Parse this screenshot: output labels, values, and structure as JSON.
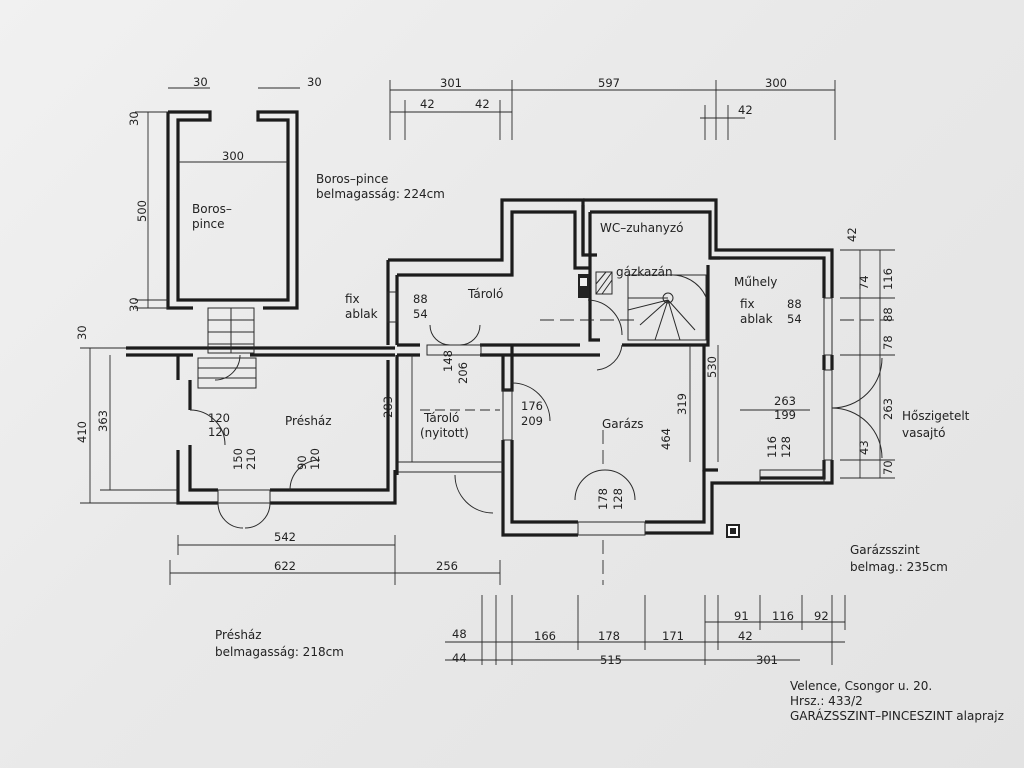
{
  "rooms": {
    "boros_pince": "Boros–\npince",
    "taroló": "Tároló",
    "wc": "WC–zuhanyzó",
    "gazkazan": "gázkazán",
    "muhely": "Műhely",
    "preshaz": "Présház",
    "garazs": "Garázs",
    "tarolo_nyitott_1": "Tároló",
    "tarolo_nyitott_2": "(nyitott)"
  },
  "notes": {
    "boros_title": "Boros–pince",
    "boros_height": "belmagasság: 224cm",
    "preshaz_title": "Présház",
    "preshaz_height": "belmagasság: 218cm",
    "garazs_title": "Garázsszint",
    "garazs_height": "belmag.: 235cm",
    "door": "Hőszigetelt",
    "door2": "vasajtó",
    "fix1": "fix",
    "ablak1": "ablak",
    "fix2": "fix",
    "ablak2": "ablak"
  },
  "title_block": {
    "line1": "Velence, Csongor u. 20.",
    "line2": "Hrsz.: 433/2",
    "line3": "GARÁZSSZINT–PINCESZINT alaprajz"
  },
  "dims": {
    "top_30a": "30",
    "top_30b": "30",
    "top_301": "301",
    "top_597": "597",
    "top_300": "300",
    "top_42a": "42",
    "top_42b": "42",
    "top_42c": "42",
    "boros_300": "300",
    "boros_500": "500",
    "boros_30a": "30",
    "boros_30b": "30",
    "left_30": "30",
    "left_410": "410",
    "left_363": "363",
    "win_88a": "88",
    "win_54a": "54",
    "win_88b": "88",
    "win_54b": "54",
    "d148": "148",
    "d206": "206",
    "d176": "176",
    "d209": "209",
    "d120a": "120",
    "d120b": "120",
    "d150": "150",
    "d210": "210",
    "d90": "90",
    "d120c": "120",
    "d283": "283",
    "d319": "319",
    "d464": "464",
    "d530": "530",
    "d263a": "263",
    "d199": "199",
    "d116a": "116",
    "d128a": "128",
    "d178": "178",
    "d128b": "128",
    "r42": "42",
    "r74": "74",
    "r116": "116",
    "r88": "88",
    "r78": "78",
    "r263": "263",
    "r43": "43",
    "r70": "70",
    "b542": "542",
    "b622": "622",
    "b256": "256",
    "b48": "48",
    "b44": "44",
    "b166": "166",
    "b178": "178",
    "b171": "171",
    "b515": "515",
    "b301": "301",
    "b91": "91",
    "b116": "116",
    "b92": "92",
    "b42": "42"
  }
}
